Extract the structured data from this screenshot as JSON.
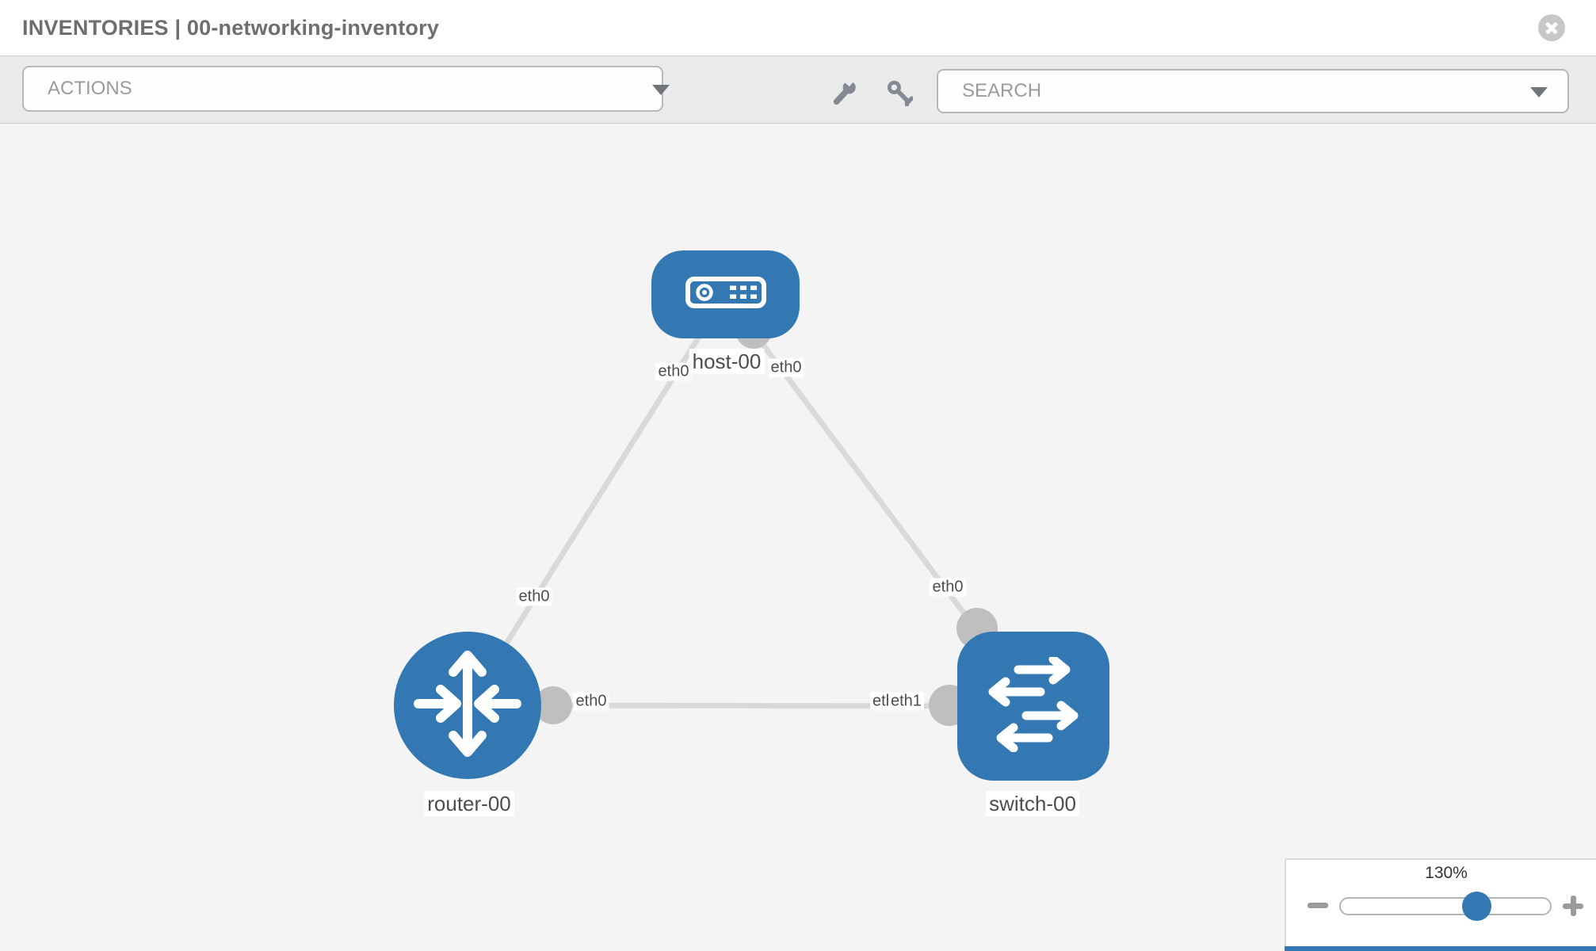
{
  "header": {
    "title": "INVENTORIES | 00-networking-inventory"
  },
  "toolbar": {
    "actions_label": "ACTIONS",
    "search_placeholder": "SEARCH",
    "icons": [
      "wrench-icon",
      "key-icon"
    ]
  },
  "topology": {
    "nodes": [
      {
        "id": "host-00",
        "type": "host",
        "label": "host-00"
      },
      {
        "id": "router-00",
        "type": "router",
        "label": "router-00"
      },
      {
        "id": "switch-00",
        "type": "switch",
        "label": "switch-00"
      }
    ],
    "links": [
      {
        "source": "host-00",
        "target": "router-00",
        "source_interface": "eth0",
        "target_interface": "eth0"
      },
      {
        "source": "host-00",
        "target": "switch-00",
        "source_interface": "eth0",
        "target_interface": "eth0"
      },
      {
        "source": "router-00",
        "target": "switch-00",
        "source_interface": "eth0",
        "target_interface": "eth1"
      }
    ],
    "overlap_under_label": "eth0"
  },
  "zoom_widget": {
    "value": "130%",
    "percent": 130
  },
  "colors": {
    "node_blue": "#3478b3",
    "link_gray": "#d9d9d9",
    "connector_gray": "#bfbfbf",
    "canvas_bg": "#f4f4f4",
    "toolbar_bg": "#ebebeb",
    "label_text": "#4d4d4d",
    "title_text": "#6e6e6e"
  }
}
